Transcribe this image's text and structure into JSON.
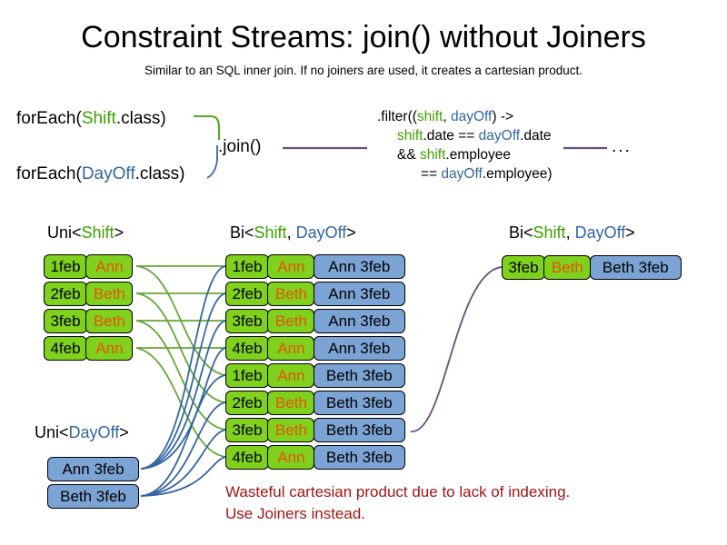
{
  "header": {
    "title": "Constraint Streams: join() without Joiners",
    "subtitle": "Similar to an SQL inner join. If no joiners are used, it creates a cartesian product."
  },
  "code": {
    "foreach_shift": {
      "prefix": "forEach(",
      "type": "Shift",
      "suffix": ".class)"
    },
    "foreach_dayoff": {
      "prefix": "forEach(",
      "type": "DayOff",
      "suffix": ".class)"
    },
    "join_label": ".join()",
    "ellipsis": "...",
    "filter": {
      "line1_a": ".filter((",
      "line1_shift": "shift",
      "line1_comma": ", ",
      "line1_dayoff": "dayOff",
      "line1_b": ") ->",
      "line2_shift": "shift",
      "line2_a": ".date == ",
      "line2_dayoff": "dayOff",
      "line2_b": ".date",
      "line3_a": "&& ",
      "line3_shift": "shift",
      "line3_b": ".employee",
      "line4_a": "== ",
      "line4_dayoff": "dayOff",
      "line4_b": ".employee)"
    }
  },
  "labels": {
    "uni_shift": {
      "outer_open": "Uni<",
      "type": "Shift",
      "outer_close": ">"
    },
    "bi_middle": {
      "outer_open": "Bi<",
      "type_a": "Shift",
      "sep": ", ",
      "type_b": "DayOff",
      "outer_close": ">"
    },
    "bi_right": {
      "outer_open": "Bi<",
      "type_a": "Shift",
      "sep": ", ",
      "type_b": "DayOff",
      "outer_close": ">"
    },
    "uni_dayoff": {
      "outer_open": "Uni<",
      "type": "DayOff",
      "outer_close": ">"
    }
  },
  "shift_stream": [
    {
      "date": "1feb",
      "name": "Ann"
    },
    {
      "date": "2feb",
      "name": "Beth"
    },
    {
      "date": "3feb",
      "name": "Beth"
    },
    {
      "date": "4feb",
      "name": "Ann"
    }
  ],
  "dayoff_stream": [
    {
      "text": "Ann 3feb"
    },
    {
      "text": "Beth 3feb"
    }
  ],
  "cartesian_stream": [
    {
      "date": "1feb",
      "name": "Ann",
      "dayoff": "Ann 3feb"
    },
    {
      "date": "2feb",
      "name": "Beth",
      "dayoff": "Ann 3feb"
    },
    {
      "date": "3feb",
      "name": "Beth",
      "dayoff": "Ann 3feb"
    },
    {
      "date": "4feb",
      "name": "Ann",
      "dayoff": "Ann 3feb"
    },
    {
      "date": "1feb",
      "name": "Ann",
      "dayoff": "Beth 3feb"
    },
    {
      "date": "2feb",
      "name": "Beth",
      "dayoff": "Beth 3feb"
    },
    {
      "date": "3feb",
      "name": "Beth",
      "dayoff": "Beth 3feb"
    },
    {
      "date": "4feb",
      "name": "Ann",
      "dayoff": "Beth 3feb"
    }
  ],
  "result_stream": [
    {
      "date": "3feb",
      "name": "Beth",
      "dayoff": "Beth 3feb"
    }
  ],
  "warning": {
    "line1": "Wasteful cartesian product due to lack of indexing.",
    "line2": "Use Joiners instead."
  },
  "colors": {
    "shift_green": "#3ea000",
    "dayoff_blue": "#3465a4",
    "name_orange": "#e8520a",
    "cell_green": "#80d01e",
    "cell_blue": "#7ba3d4",
    "warning_red": "#a41414",
    "wire_purple": "#6b4f7a"
  }
}
